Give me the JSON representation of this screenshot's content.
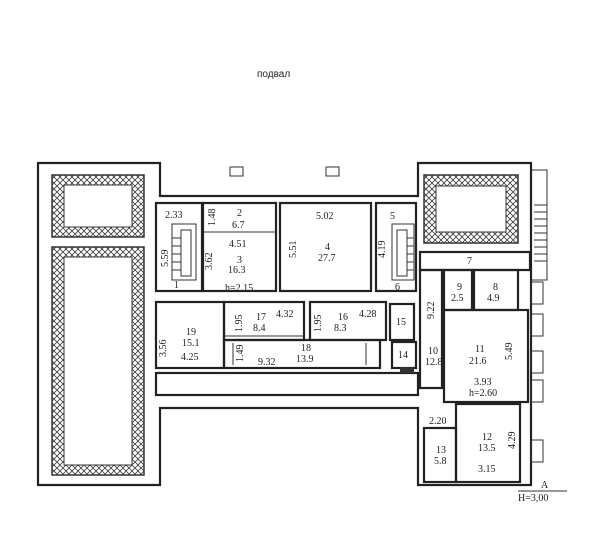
{
  "title": "подвал",
  "rooms": [
    {
      "id": "r1",
      "number": "1"
    },
    {
      "id": "r2",
      "number": "2",
      "area": "6.7"
    },
    {
      "id": "r3",
      "number": "3",
      "area": "16.3",
      "height": "h=2.15"
    },
    {
      "id": "r4",
      "number": "4",
      "area": "27.7"
    },
    {
      "id": "r5",
      "number": "5"
    },
    {
      "id": "r6",
      "number": "6"
    },
    {
      "id": "r7",
      "number": "7"
    },
    {
      "id": "r8",
      "number": "8",
      "area": "4.9"
    },
    {
      "id": "r9",
      "number": "9",
      "area": "2.5"
    },
    {
      "id": "r10",
      "number": "10",
      "area": "12.8"
    },
    {
      "id": "r11",
      "number": "11",
      "area": "21.6",
      "height": "h=2.60"
    },
    {
      "id": "r12",
      "number": "12",
      "area": "13.5"
    },
    {
      "id": "r13",
      "number": "13",
      "area": "5.8"
    },
    {
      "id": "r14",
      "number": "14"
    },
    {
      "id": "r15",
      "number": "15"
    },
    {
      "id": "r16",
      "number": "16",
      "area": "8.3"
    },
    {
      "id": "r17",
      "number": "17",
      "area": "8.4"
    },
    {
      "id": "r18",
      "number": "18",
      "area": "13.9"
    },
    {
      "id": "r19",
      "number": "19",
      "area": "15.1"
    }
  ],
  "dimensions": {
    "d233": "2.33",
    "d148": "1.48",
    "d559": "5.59",
    "d362": "3.62",
    "d451": "4.51",
    "d502": "5.02",
    "d551": "5.51",
    "d419": "4.19",
    "d432": "4.32",
    "d195a": "1.95",
    "d195b": "1.95",
    "d428": "4.28",
    "d356": "3.56",
    "d425": "4.25",
    "d149": "1.49",
    "d932": "9.32",
    "d922": "9.22",
    "d549": "5.49",
    "d393": "3.93",
    "d220": "2.20",
    "d429": "4.29",
    "d315": "3.15"
  },
  "section_mark": {
    "letter": "A",
    "height": "H=3,00"
  }
}
